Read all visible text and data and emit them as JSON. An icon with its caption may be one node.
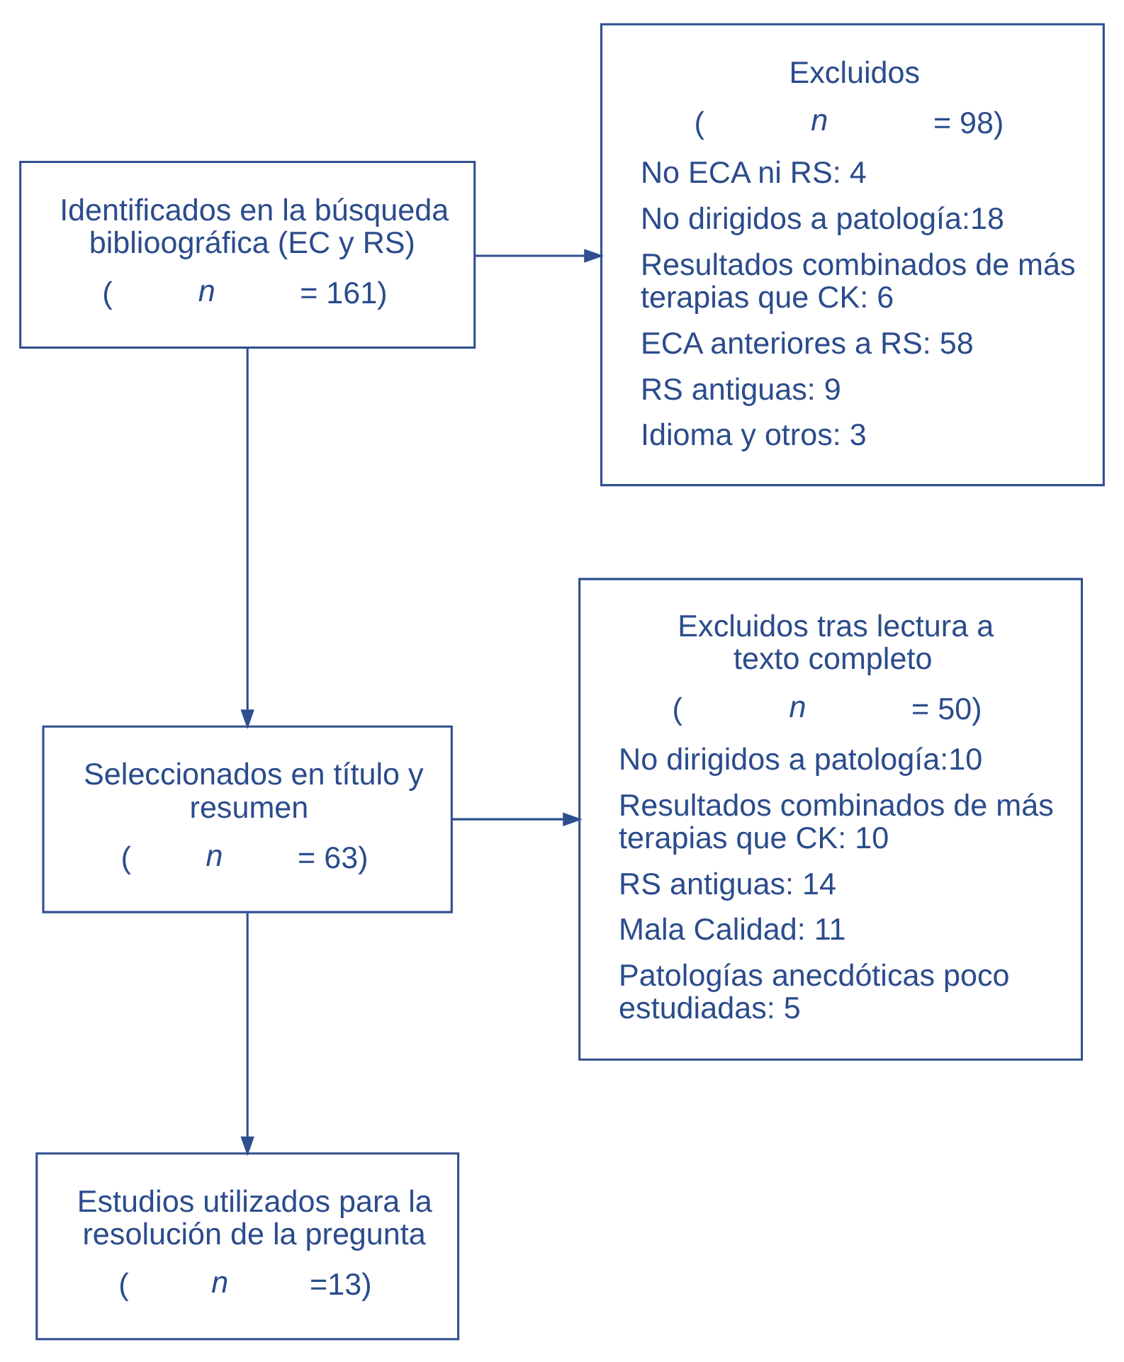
{
  "diagram": {
    "nodes": [
      {
        "text": [
          "Identificados en la búsqueda biblioográfica (EC y RS)",
          "(*n* = 161)"
        ]
      },
      {
        "text": [
          "Excluidos",
          "(*n* = 98)",
          "No ECA ni RS: 4",
          "No dirigidos a patología:18",
          "Resultados combinados de más terapias que CK: 6",
          "ECA anteriores a RS: 58",
          "RS antiguas: 9",
          "Idioma y otros: 3"
        ]
      },
      {
        "text": [
          "Seleccionados en título y resumen",
          "(*n* = 63)"
        ]
      },
      {
        "text": [
          "Excluidos tras lectura a texto completo",
          "(*n* = 50)",
          "No dirigidos a patología:10",
          "Resultados combinados de más terapias que CK: 10",
          "RS antiguas: 14",
          "Mala Calidad: 11",
          "Patologías anecdóticas poco estudiadas: 5"
        ]
      },
      {
        "text": [
          "Estudios utilizados para la resolución de la pregunta",
          "(*n* =13)"
        ]
      }
    ],
    "edges": [
      {
        "from": 0,
        "to": 2,
        "arrow": "to"
      },
      {
        "from": 0,
        "to": 1,
        "arrow": "to"
      },
      {
        "from": 2,
        "to": 4,
        "arrow": "to"
      },
      {
        "from": 2,
        "to": 3,
        "arrow": "to"
      }
    ]
  }
}
